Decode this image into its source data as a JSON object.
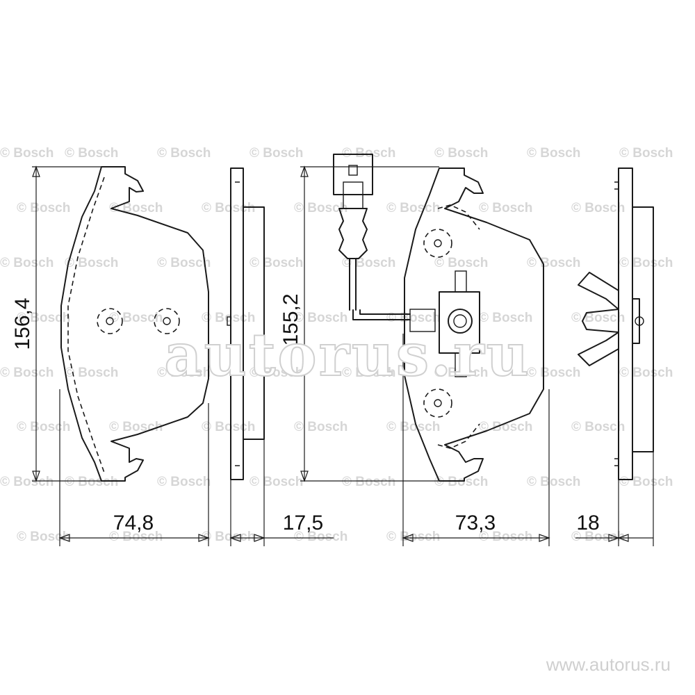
{
  "dimensions": {
    "pad1_height": "156,4",
    "pad2_height": "155,2",
    "pad1_width": "74,8",
    "pad1_thickness": "17,5",
    "pad2_width": "73,3",
    "pad2_thickness": "18"
  },
  "watermarks": {
    "brand": "© Bosch",
    "site_logo": "autorus.ru",
    "site_url": "www.autorus.ru"
  },
  "colors": {
    "line": "#1a1a1a",
    "watermark": "#d6d6d6",
    "background": "#ffffff"
  }
}
